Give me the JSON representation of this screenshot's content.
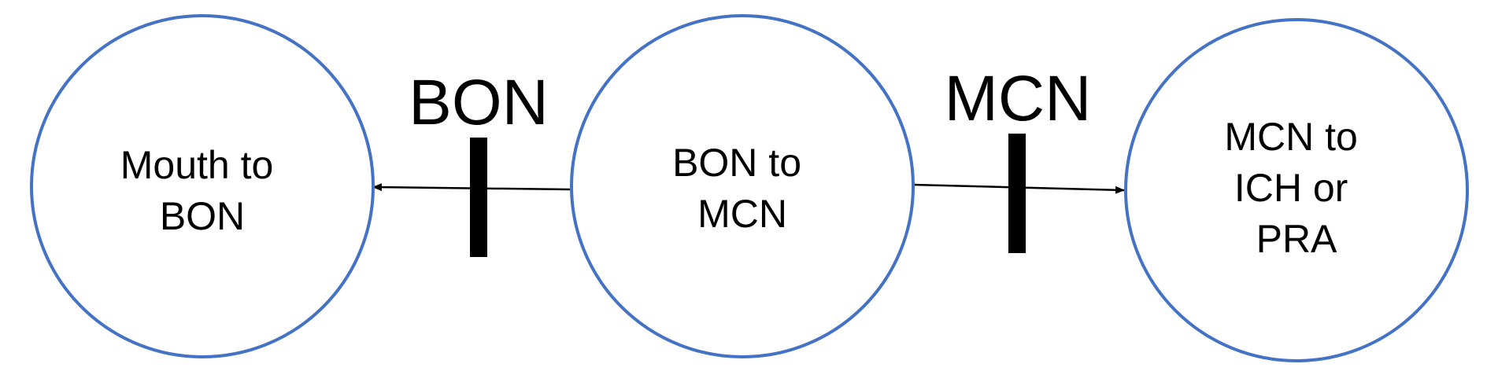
{
  "colors": {
    "node_stroke": "#4472c4",
    "line": "#000000"
  },
  "nodes": [
    {
      "id": "mouth-to-bon",
      "lines": [
        "Mouth to",
        "BON"
      ]
    },
    {
      "id": "bon-to-mcn",
      "lines": [
        "BON to",
        "MCN"
      ]
    },
    {
      "id": "mcn-to-ich-or-pra",
      "lines": [
        "MCN to",
        "ICH or",
        "PRA"
      ]
    }
  ],
  "barriers": [
    {
      "id": "bon",
      "label": "BON"
    },
    {
      "id": "mcn",
      "label": "MCN"
    }
  ]
}
